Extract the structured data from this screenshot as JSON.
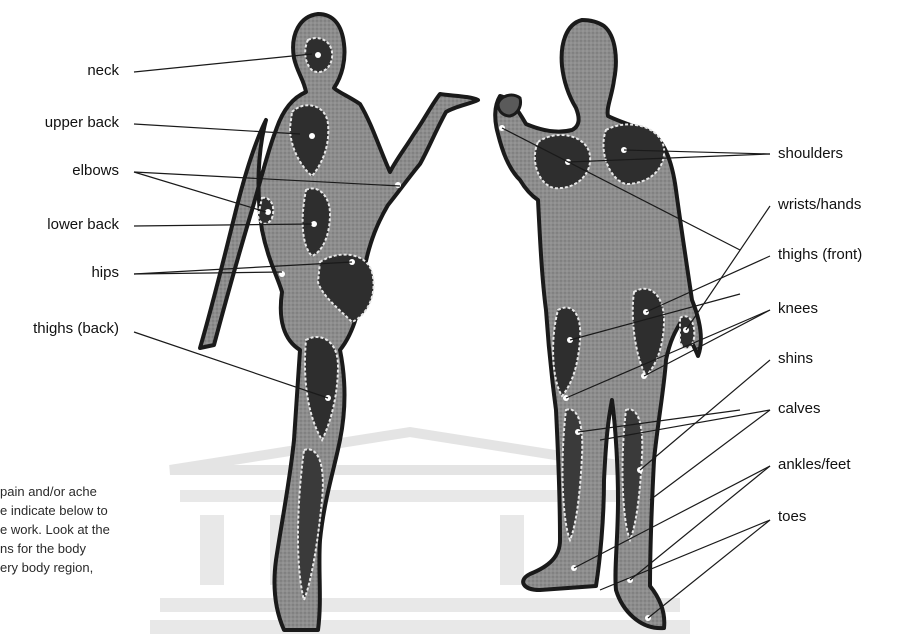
{
  "left_labels": [
    "neck",
    "upper back",
    "elbows",
    "lower back",
    "hips",
    "thighs (back)"
  ],
  "right_labels": [
    "shoulders",
    "wrists/hands",
    "thighs (front)",
    "knees",
    "shins",
    "calves",
    "ankles/feet",
    "toes"
  ],
  "instructions": [
    "pain and/or ache",
    "e indicate below to",
    "e work. Look at the",
    "ns for the body",
    "ery body region,"
  ],
  "colors": {
    "figure_fill": "#8a8a8a",
    "region_fill": "#2e2e2e",
    "outline": "#1a1a1a",
    "region_border": "#e8e8e8",
    "watermark": "#cfcfcf"
  }
}
